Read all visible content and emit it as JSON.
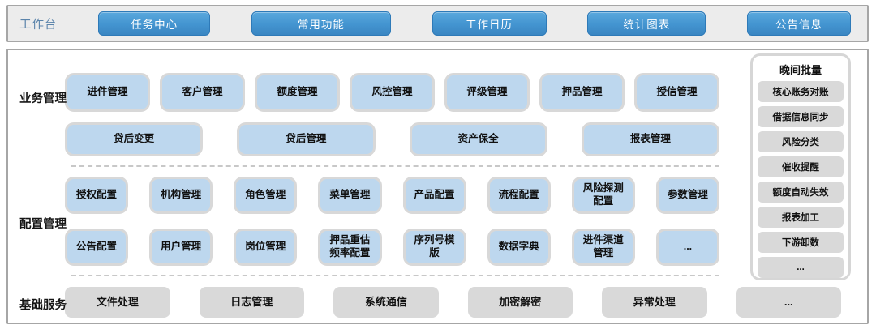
{
  "colors": {
    "topbar_button_blue": "#4394d0",
    "module_blue": "#bdd7ee",
    "button_grey": "#d9d9d9",
    "panel_border_grey": "#a6a6a6",
    "workbench_label_blue": "#5b84ab"
  },
  "topbar": {
    "label": "工作台",
    "buttons": [
      "任务中心",
      "常用功能",
      "工作日历",
      "统计图表",
      "公告信息"
    ]
  },
  "sections": {
    "business": {
      "label": "业务管理",
      "row1": [
        "进件管理",
        "客户管理",
        "额度管理",
        "风控管理",
        "评级管理",
        "押品管理",
        "授信管理"
      ],
      "row2": [
        "贷后变更",
        "贷后管理",
        "资产保全",
        "报表管理"
      ]
    },
    "config": {
      "label": "配置管理",
      "row1": [
        "授权配置",
        "机构管理",
        "角色管理",
        "菜单管理",
        "产品配置",
        "流程配置",
        "风险探测配置",
        "参数管理"
      ],
      "row2": [
        "公告配置",
        "用户管理",
        "岗位管理",
        "押品重估频率配置",
        "序列号模版",
        "数据字典",
        "进件渠道管理",
        "..."
      ]
    },
    "base": {
      "label": "基础服务",
      "items": [
        "文件处理",
        "日志管理",
        "系统通信",
        "加密解密",
        "异常处理",
        "..."
      ]
    }
  },
  "night_batch": {
    "title": "晚间批量",
    "items": [
      "核心账务对账",
      "借据信息同步",
      "风险分类",
      "催收提醒",
      "额度自动失效",
      "报表加工",
      "下游卸数",
      "..."
    ]
  }
}
